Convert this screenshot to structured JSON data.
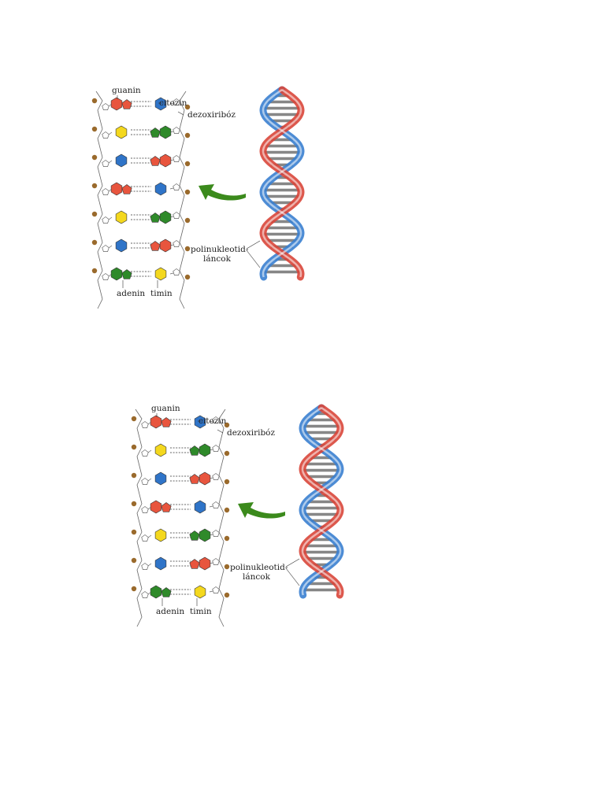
{
  "labels": {
    "guanin": "guanin",
    "citozin": "citozin",
    "dezoxiriboz": "dezoxiribóz",
    "adenin": "adenin",
    "timin": "timin",
    "polinukleotid_line1": "polinukleotid-",
    "polinukleotid_line2": "láncok"
  },
  "base_pairs": [
    {
      "left": "guanin",
      "right": "citozin"
    },
    {
      "left": "timin",
      "right": "adenin"
    },
    {
      "left": "citozin",
      "right": "guanin"
    },
    {
      "left": "guanin",
      "right": "citozin"
    },
    {
      "left": "timin",
      "right": "adenin"
    },
    {
      "left": "citozin",
      "right": "guanin"
    },
    {
      "left": "adenin",
      "right": "timin"
    }
  ],
  "colors": {
    "guanin": "#e8553e",
    "citozin": "#2f74c8",
    "adenin": "#2f8a2a",
    "timin": "#f4d81e",
    "phosphate": "#9a6a2c",
    "arrow": "#3b8a1c",
    "strand_red": "#d9463a",
    "strand_blue": "#3a7fd0",
    "rung": "#8c8c8c"
  },
  "figure_count": 2
}
